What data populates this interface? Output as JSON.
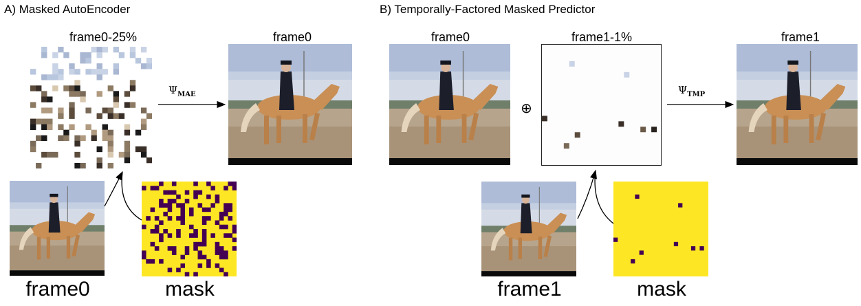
{
  "panel_a": {
    "heading": "A) Masked AutoEncoder",
    "masked_label": "frame0-25%",
    "output_label": "frame0",
    "operator": "Ψ",
    "operator_sub": "MAE",
    "input_label": "frame0",
    "mask_label": "mask"
  },
  "panel_b": {
    "heading": "B) Temporally-Factored Masked Predictor",
    "context_label": "frame0",
    "sparse_label": "frame1-1%",
    "plus_symbol": "⊕",
    "output_label": "frame1",
    "operator": "Ψ",
    "operator_sub": "TMP",
    "input_label": "frame1",
    "mask_label": "mask"
  },
  "colors": {
    "mask_visible": "#fde725",
    "mask_hidden": "#440154",
    "sky": "#b8c6de",
    "ground": "#b49f87",
    "horse": "#c98f55"
  }
}
